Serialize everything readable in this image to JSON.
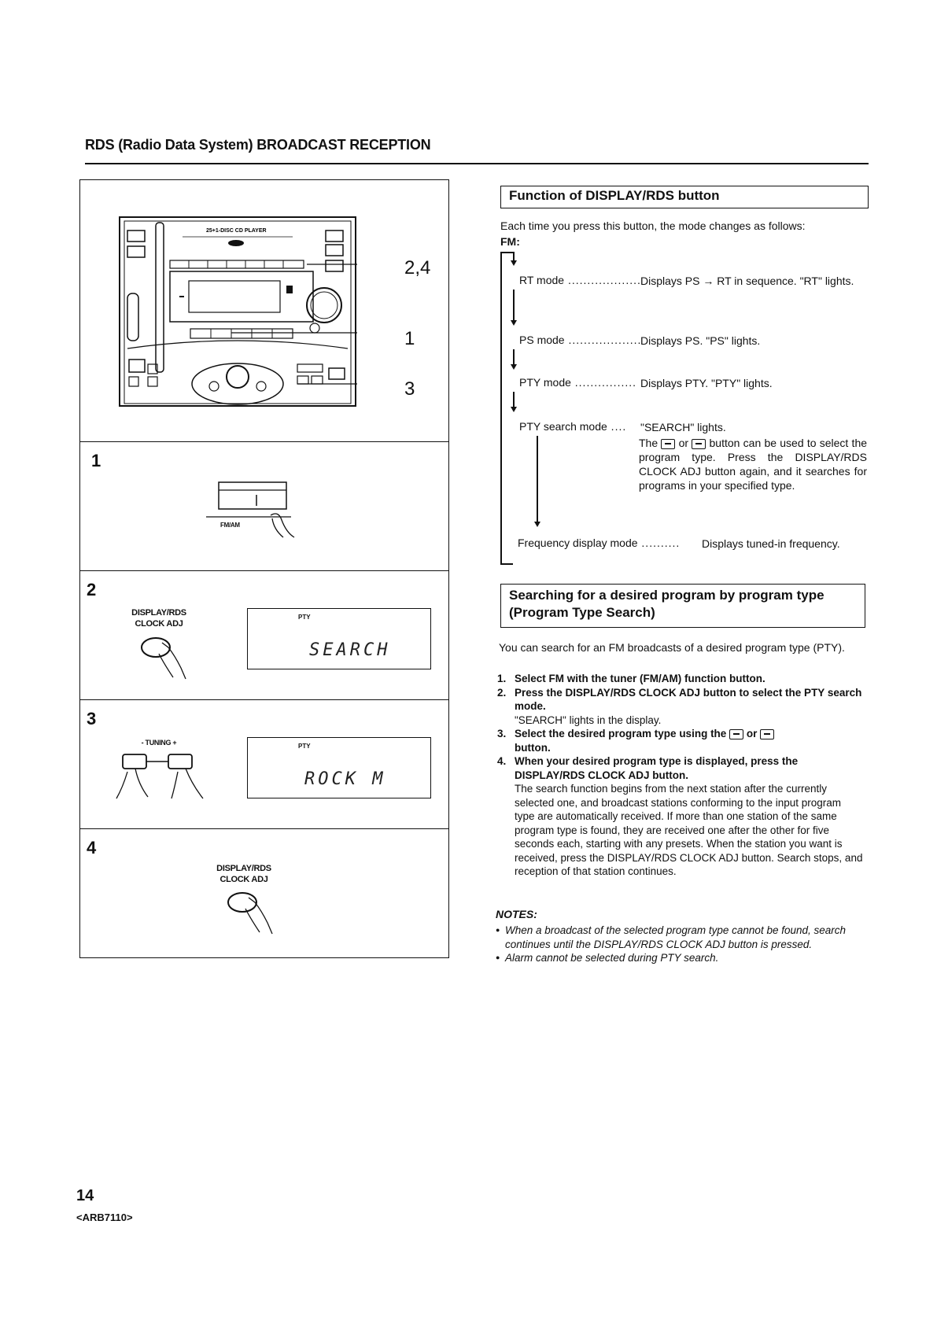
{
  "header": {
    "title": "RDS (Radio Data System) BROADCAST RECEPTION"
  },
  "figure": {
    "callouts": [
      "2,4",
      "1",
      "3"
    ],
    "device_title": "25+1-DISC CD PLAYER",
    "steps": [
      {
        "num": "1",
        "label": "FM/AM"
      },
      {
        "num": "2",
        "label": "DISPLAY/RDS\nCLOCK ADJ",
        "indicator": "PTY",
        "display": "SEARCH"
      },
      {
        "num": "3",
        "label": "- TUNING +",
        "indicator": "PTY",
        "display": "ROCK M"
      },
      {
        "num": "4",
        "label": "DISPLAY/RDS\nCLOCK ADJ"
      }
    ]
  },
  "function_section": {
    "heading": "Function of DISPLAY/RDS button",
    "intro": "Each time you press this button, the mode changes as follows:",
    "band": "FM:",
    "modes": [
      {
        "name": "RT mode",
        "dots": " ...................",
        "desc": "Displays PS → RT in sequence. \"RT\" lights."
      },
      {
        "name": "PS mode",
        "dots": " ...................",
        "desc": "Displays PS. \"PS\" lights."
      },
      {
        "name": "PTY mode",
        "dots": " ................",
        "desc": "Displays PTY. \"PTY\" lights."
      },
      {
        "name": "PTY search mode",
        "dots": " ....",
        "desc": "\"SEARCH\" lights.",
        "desc2_a": "The",
        "desc2_or": "or",
        "desc2_b": "button can be used to select the program type. Press the DISPLAY/RDS CLOCK ADJ button again, and it searches for programs in your specified type."
      },
      {
        "name": "Frequency display mode",
        "dots": " ..........",
        "desc": "Displays tuned-in frequency."
      }
    ]
  },
  "search_section": {
    "heading_line1": "Searching for a desired program by program type",
    "heading_line2": "(Program Type Search)",
    "intro": "You can search for an FM broadcasts of a desired program type (PTY).",
    "steps": [
      {
        "n": "1.",
        "bold": "Select FM with the tuner (FM/AM) function button.",
        "text": ""
      },
      {
        "n": "2.",
        "bold": "Press the DISPLAY/RDS CLOCK ADJ button to select the PTY search mode.",
        "text": "\"SEARCH\" lights in the display."
      },
      {
        "n": "3.",
        "bold": "Select the desired program type using the",
        "bold_or": "or",
        "bold_end": "button.",
        "text": ""
      },
      {
        "n": "4.",
        "bold": "When your desired program type is displayed, press the DISPLAY/RDS CLOCK ADJ button.",
        "text": "The search function begins from the next station after the currently selected one, and broadcast stations conforming to the input program type are automatically received. If more than one station of the same program type is found, they are received one after the other for five seconds each, starting with any presets. When the station you want is received, press the DISPLAY/RDS CLOCK ADJ button. Search stops, and reception of that station continues."
      }
    ],
    "notes_heading": "NOTES:",
    "notes": [
      "When a broadcast of the selected program type cannot be found, search continues until the DISPLAY/RDS CLOCK ADJ button is pressed.",
      "Alarm cannot be selected during PTY search."
    ]
  },
  "footer": {
    "page_number": "14",
    "model_code": "<ARB7110>"
  }
}
